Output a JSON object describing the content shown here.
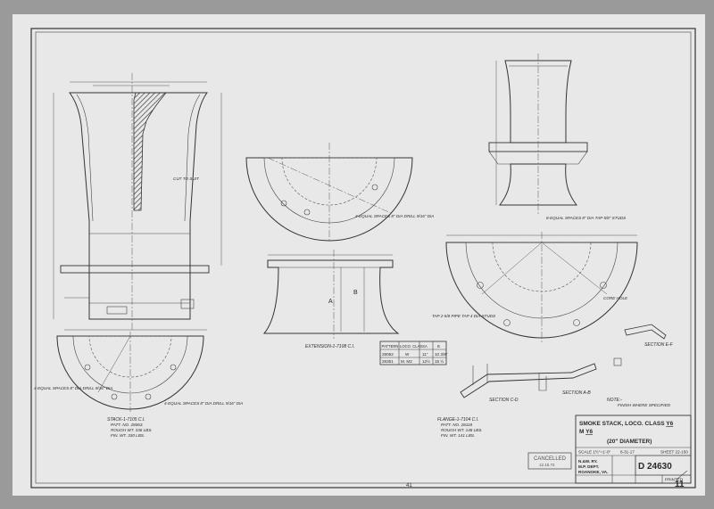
{
  "title_block": {
    "title_line1": "SMOKE STACK, LOCO. CLASS ",
    "class_a": "Y6",
    "title_line2": "M ",
    "class_b": "Y6",
    "subtitle": "(20\" DIAMETER)",
    "scale": "SCALE 1½\"=1'-0\"",
    "date_drawn": "8-31-17",
    "sheet": "SHEET 22-150",
    "railway": "N.&W. RY.",
    "dept": "M.P. DEPT.",
    "location": "ROANOKE, VA.",
    "drawing_number": "D 24630",
    "print_label": "PRINTED"
  },
  "stamp": {
    "label": "CANCELLED",
    "date": "12.15.72"
  },
  "table": {
    "headers": [
      "PATTERN",
      "LOCO. CLASS",
      "A",
      "B"
    ],
    "rows": [
      [
        "28062",
        "W",
        "11\"",
        "10 3/8\""
      ],
      [
        "28351",
        "M. M2",
        "12½",
        "15 ½"
      ]
    ]
  },
  "labels": {
    "stack_pattern": "STACK-1-7105 C.I.",
    "stack_pattern_sub1": "PATT. NO. 28063.",
    "stack_pattern_sub2": "ROUGH WT. 336 LBS.",
    "stack_pattern_sub3": "FIN. WT. 330 LBS.",
    "extension": "EXTENSION-1-7108 C.I.",
    "flange": "FLANGE-1-7104 C.I.",
    "flange_sub1": "PATT. NO. 28118",
    "flange_sub2": "ROUGH WT. 148 LBS.",
    "flange_sub3": "FIN. WT. 141 LBS.",
    "section_ab": "SECTION A-B",
    "section_cd": "SECTION C-D",
    "section_ef": "SECTION E-F",
    "note": "NOTE:-",
    "finish_note": "FINISH WHERE SPECIFIED",
    "tap_note": "TAP 2-5/8 PIPE TAP 4 DIA STUDS",
    "holes_left": "4-EQUAL SPACES 8\" DIA DRILL 9/16\" DIA",
    "holes_right": "4-EQUAL SPACES 8\" DIA DRILL 9/16\" DIA",
    "holes_extension": "4-EQUAL SPACES 8\" DIA DRILL 9/16\" DIA",
    "holes_flange": "8-EQUAL SPACES 8\" DIA TAP 5/8\" STUDS",
    "core_hole": "CORE HOLE",
    "cut_to_suit": "CUT TO SUIT",
    "dim_a": "A",
    "dim_b": "B",
    "sheet_number": "11",
    "bottom_mark": "41"
  }
}
